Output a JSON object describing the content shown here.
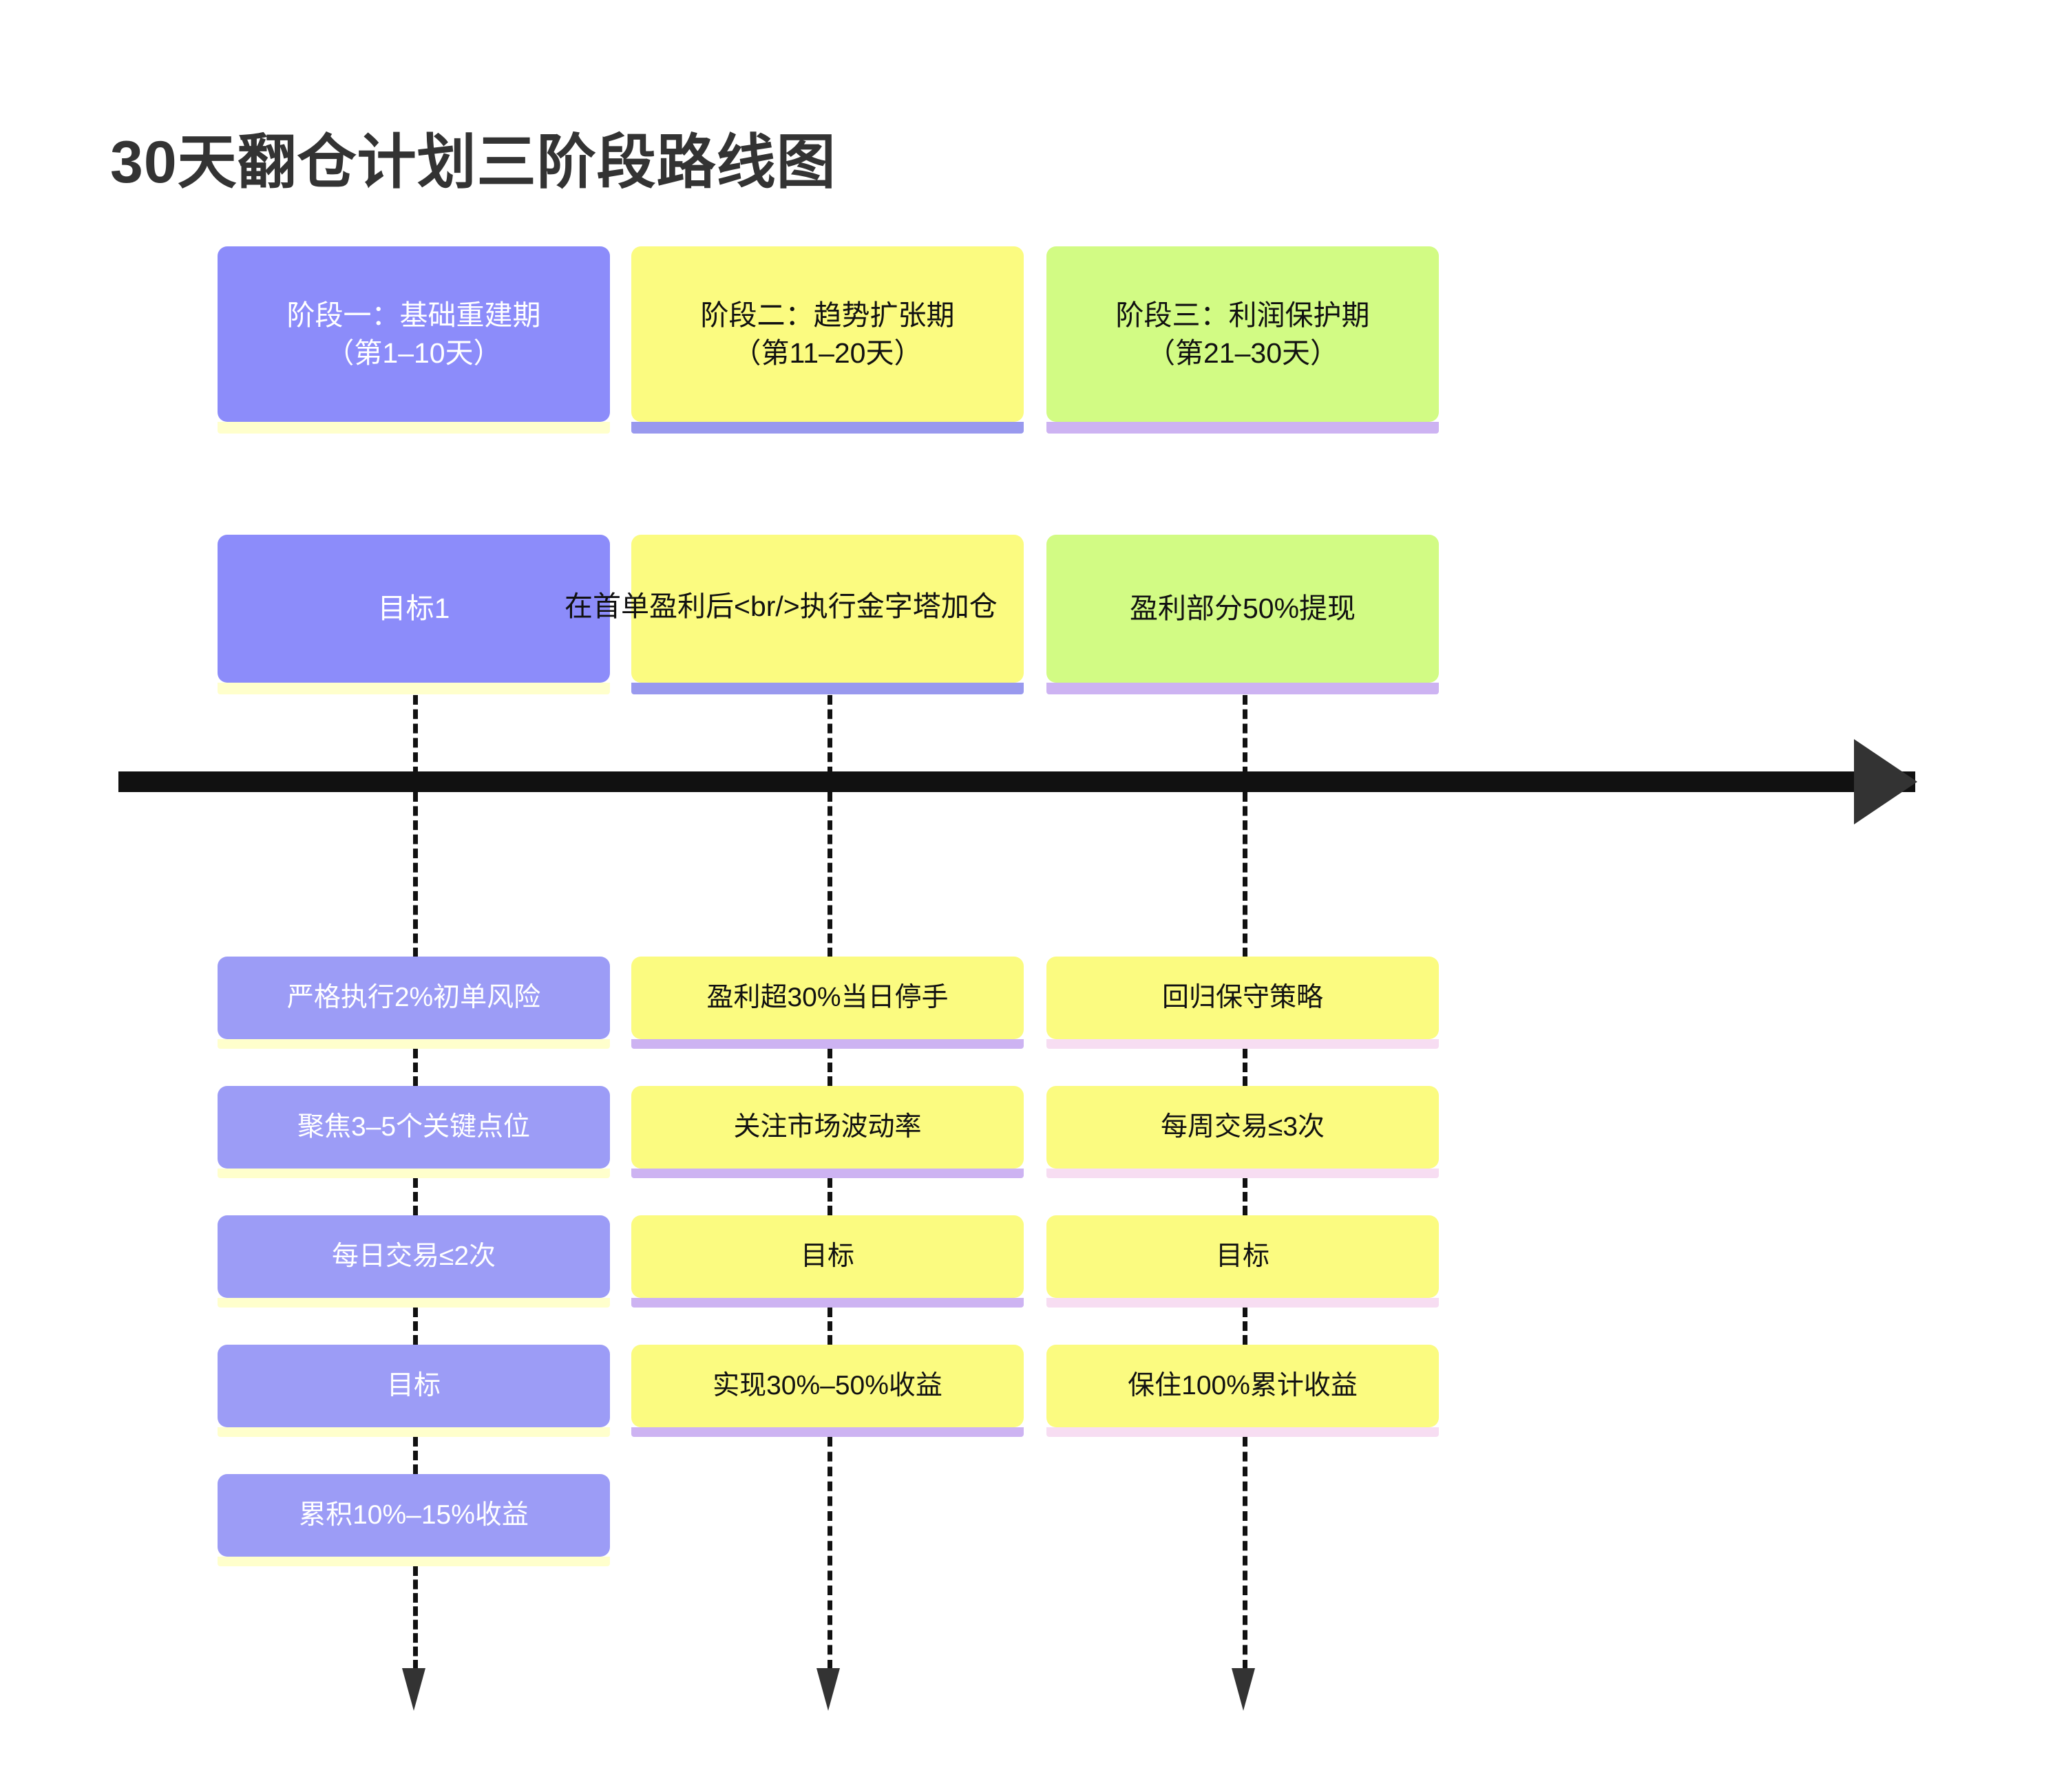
{
  "title": "30天翻仓计划三阶段路线图",
  "colors": {
    "purple": "#8C8CFA",
    "purple_light": "#9C9CF6",
    "yellow": "#FBFB80",
    "green": "#D2FB84",
    "accent_pale_yellow": "#FFFFCC",
    "accent_periwinkle": "#9999EE",
    "accent_lavender": "#CDB3F2",
    "accent_pink": "#F7DDF2",
    "line_black": "#111111",
    "arrow_dark": "#333333",
    "title_color": "#333333"
  },
  "phases": [
    {
      "id": "phase-1",
      "title_line1": "阶段一：基础重建期",
      "title_line2": "（第1–10天）",
      "goal": "目标1",
      "items": [
        "严格执行2%初单风险",
        "聚焦3–5个关键点位",
        "每日交易≤2次",
        "目标",
        "累积10%–15%收益"
      ]
    },
    {
      "id": "phase-2",
      "title_line1": "阶段二：趋势扩张期",
      "title_line2": "（第11–20天）",
      "goal": "在首单盈利后<br/>执行金字塔加仓",
      "items": [
        "盈利超30%当日停手",
        "关注市场波动率",
        "目标",
        "实现30%–50%收益"
      ]
    },
    {
      "id": "phase-3",
      "title_line1": "阶段三：利润保护期",
      "title_line2": "（第21–30天）",
      "goal": "盈利部分50%提现",
      "items": [
        "回归保守策略",
        "每周交易≤3次",
        "目标",
        "保住100%累计收益"
      ]
    }
  ]
}
